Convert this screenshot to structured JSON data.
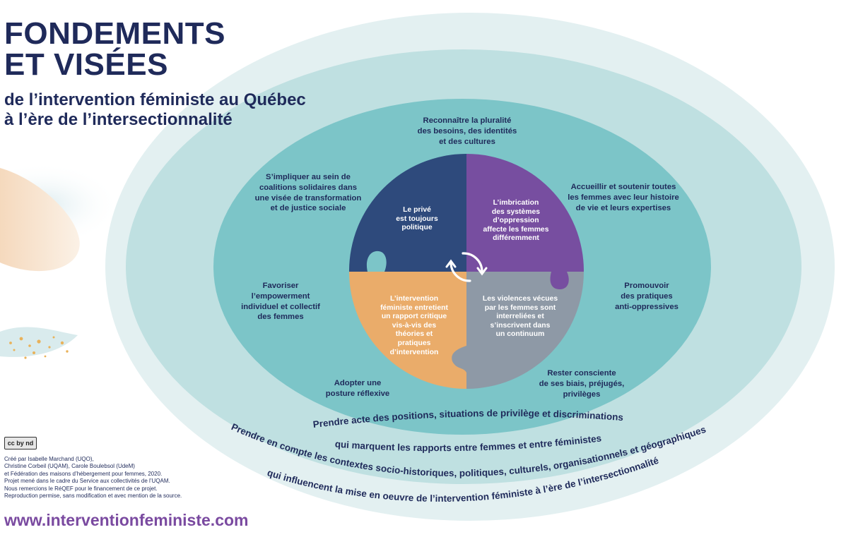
{
  "title_lines": [
    "FONDEMENTS",
    "ET VISÉES"
  ],
  "subtitle_lines": [
    "de l’intervention féministe au Québec",
    "à l’ère de l’intersectionnalité"
  ],
  "colors": {
    "navy": "#1f2a5a",
    "outer_ring": "#e3f0f1",
    "middle_ring": "#bfe0e1",
    "inner_disc": "#7cc5c8",
    "piece_top_left": "#2e4a7c",
    "piece_top_right": "#774ea0",
    "piece_bottom_left": "#eaac6a",
    "piece_bottom_right": "#8e99a6",
    "website": "#7a4aa0"
  },
  "puzzle": {
    "top_left": [
      "Le privé",
      "est toujours",
      "politique"
    ],
    "top_right": [
      "L’imbrication",
      "des systèmes",
      "d’oppression",
      "affecte les femmes",
      "différemment"
    ],
    "bottom_left": [
      "L’intervention",
      "féministe entretient",
      "un rapport critique",
      "vis-à-vis des",
      "théories et",
      "pratiques",
      "d’intervention"
    ],
    "bottom_right": [
      "Les violences vécues",
      "par les femmes sont",
      "interreliées et",
      "s’inscrivent dans",
      "un continuum"
    ],
    "center_icon": "circular-arrows-icon"
  },
  "practices": {
    "top": [
      "Reconnaître la pluralité",
      "des besoins, des identités",
      "et des cultures"
    ],
    "top_right": [
      "Accueillir et soutenir toutes",
      "les femmes avec leur histoire",
      "de vie et leurs expertises"
    ],
    "right": [
      "Promouvoir",
      "des pratiques",
      "anti-oppressives"
    ],
    "bottom_right": [
      "Rester consciente",
      "de ses biais, préjugés,",
      "privilèges"
    ],
    "bottom_left": [
      "Adopter une",
      "posture réflexive"
    ],
    "left": [
      "Favoriser",
      "l’empowerment",
      "individuel et collectif",
      "des femmes"
    ],
    "top_left": [
      "S’impliquer au sein de",
      "coalitions solidaires dans",
      "une visée de transformation",
      "et de justice sociale"
    ]
  },
  "ring_texts": {
    "middle": [
      "Prendre acte des positions, situations de privilège et discriminations",
      "qui marquent les rapports entre femmes et entre féministes"
    ],
    "outer": [
      "Prendre en compte les contextes socio-historiques, politiques, culturels, organisationnels et géographiques",
      "qui influencent la mise en oeuvre de l’intervention féministe à l’ère de l’intersectionnalité"
    ]
  },
  "license_badge": "cc by nd",
  "credits": [
    "Créé par Isabelle Marchand (UQO),",
    "Christine Corbeil (UQAM), Carole Boulebsol (UdeM)",
    "et Fédération des maisons d’hébergement pour femmes, 2020.",
    "Projet mené dans le cadre du Service aux collectivités de l’UQAM.",
    "Nous remercions le RéQEF pour le financement de ce projet.",
    "Reproduction permise, sans modification et avec mention de la source."
  ],
  "website": "www.interventionfeministe.com"
}
